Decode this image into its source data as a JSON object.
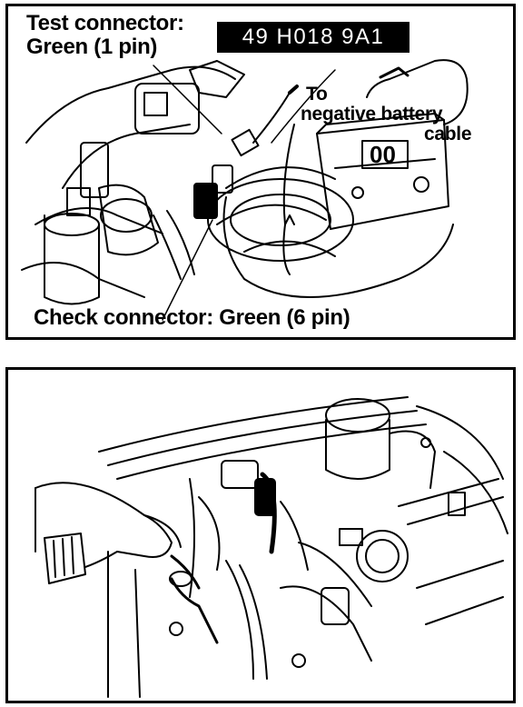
{
  "top_panel": {
    "test_connector_line1": "Test connector:",
    "test_connector_line2": "Green (1 pin)",
    "part_number": "49 H018 9A1",
    "battery_line1": "To",
    "battery_line2": "negative battery",
    "battery_line3": "cable",
    "check_connector": "Check connector: Green (6 pin)"
  },
  "colors": {
    "ink": "#000000",
    "paper": "#ffffff"
  }
}
